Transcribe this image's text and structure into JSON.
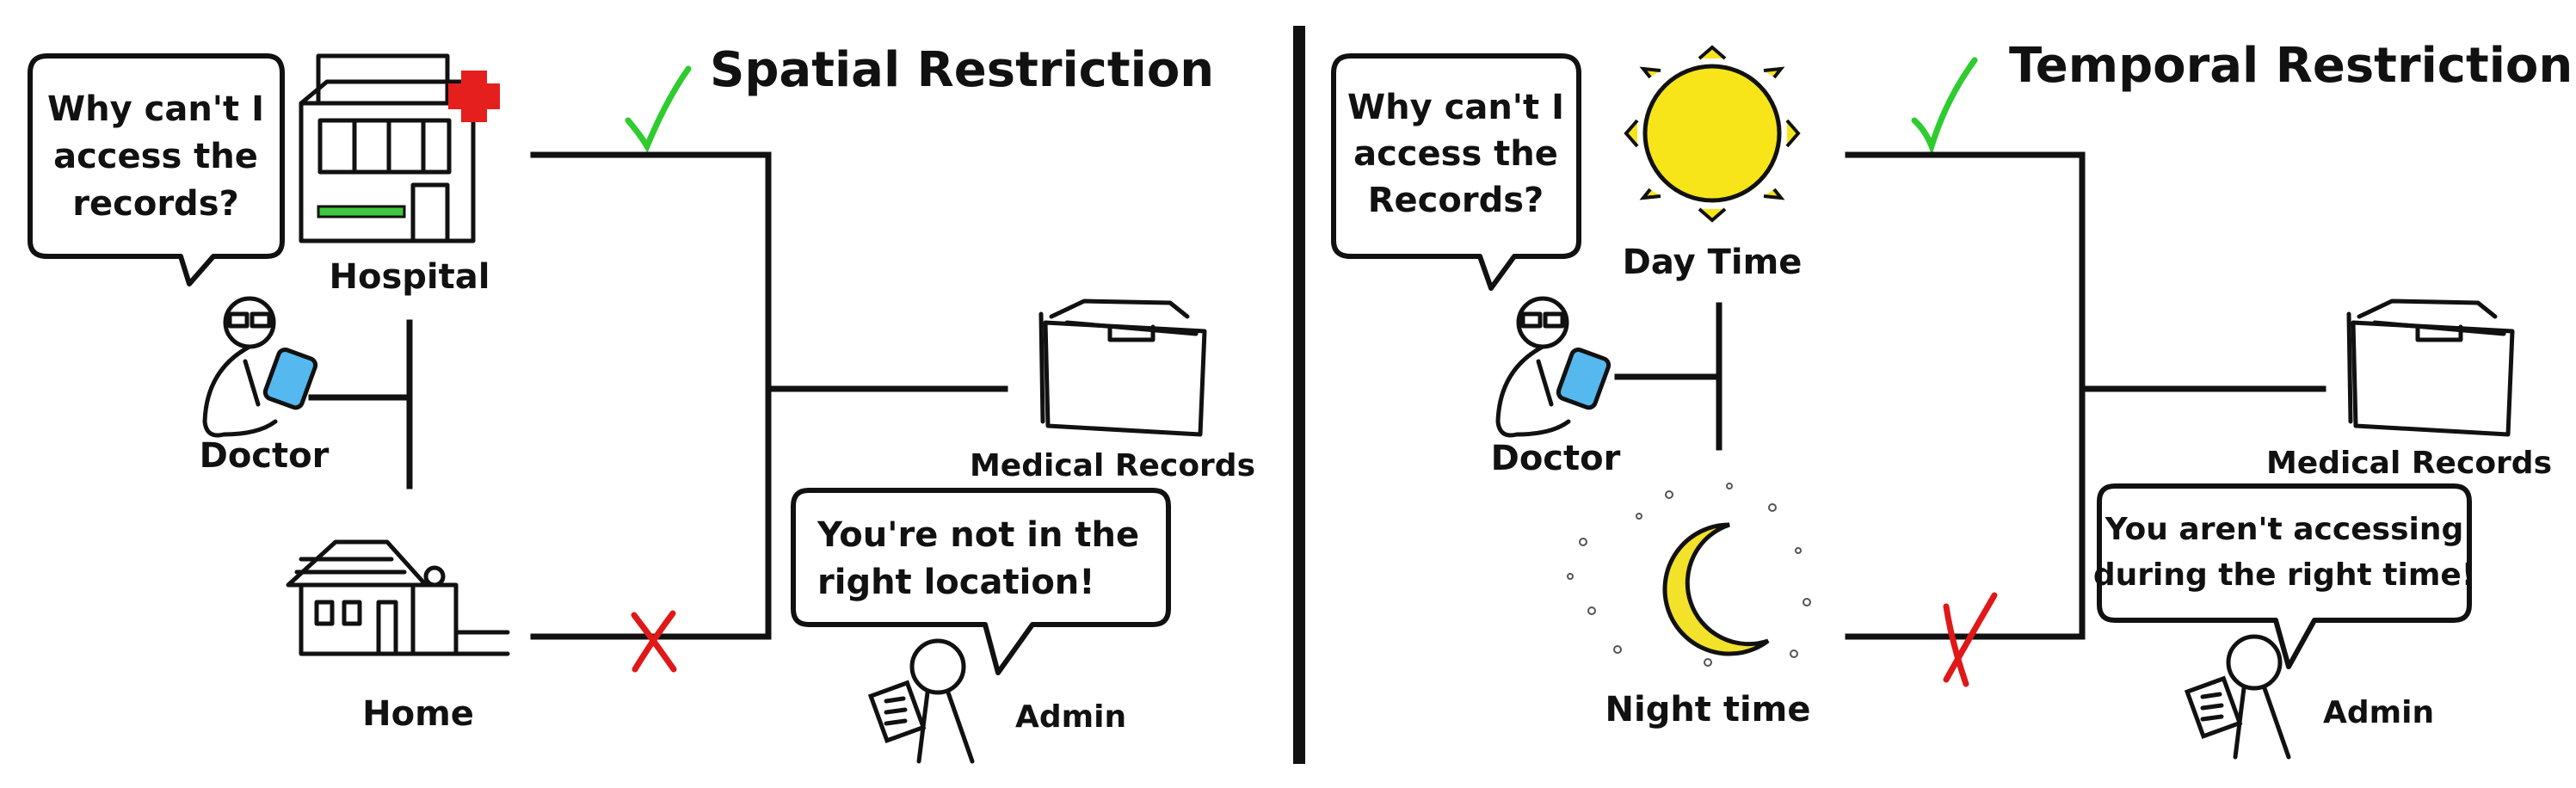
{
  "spatial": {
    "title": "Spatial Restriction",
    "question_lines": [
      "Why can't I",
      "access the",
      "records?"
    ],
    "hospital_label": "Hospital",
    "doctor_label": "Doctor",
    "home_label": "Home",
    "records_label": "Medical Records",
    "admin_lines": [
      "You're not in the",
      "right location!"
    ],
    "admin_label": "Admin",
    "allowed_branch": "Hospital",
    "denied_branch": "Home"
  },
  "temporal": {
    "title": "Temporal Restriction",
    "question_lines": [
      "Why can't I",
      "access the",
      "Records?"
    ],
    "day_label": "Day Time",
    "doctor_label": "Doctor",
    "night_label": "Night time",
    "records_label": "Medical Records",
    "admin_lines": [
      "You aren't accessing",
      "during the right time!"
    ],
    "admin_label": "Admin",
    "allowed_branch": "Day Time",
    "denied_branch": "Night time"
  },
  "colors": {
    "check": "#2ecc2e",
    "cross": "#e01818",
    "sun": "#f7e51a",
    "moon": "#f2e22a",
    "hospital_cross": "#e51e1e",
    "hospital_stripe": "#3fc83f",
    "tablet": "#55b8ee"
  },
  "icons": [
    "check-icon",
    "cross-icon",
    "hospital-icon",
    "house-icon",
    "sun-icon",
    "moon-icon",
    "folder-icon",
    "doctor-icon",
    "admin-icon"
  ]
}
